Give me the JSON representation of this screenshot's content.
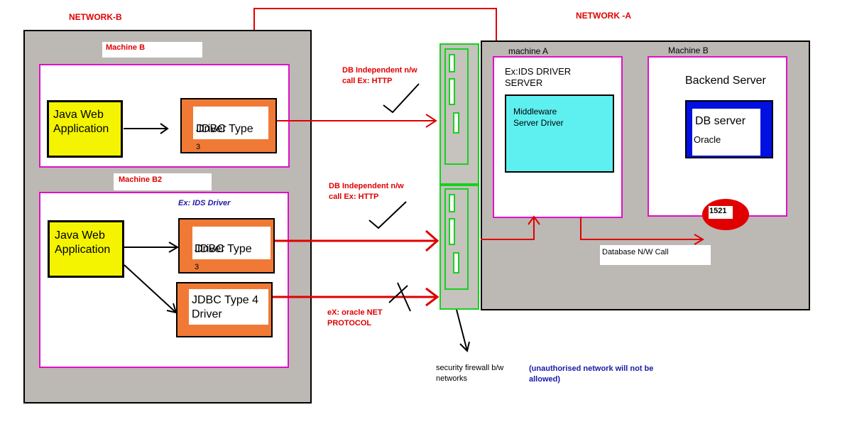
{
  "network_b": {
    "label": "NETWORK-B",
    "machine_b": {
      "label": "Machine B",
      "java_app": "Java Web\nApplication",
      "jdbc3_main": "JDBC Type",
      "jdbc3_sub": "3",
      "jdbc3_driver": "Driver"
    },
    "machine_b2": {
      "label": "Machine B2",
      "sublabel": "Ex: IDS Driver",
      "java_app": "Java Web\nApplication",
      "jdbc3_main": "JDBC Type",
      "jdbc3_sub": "3",
      "jdbc3_driver": "Driver",
      "jdbc4": "JDBC Type 4\nDriver"
    }
  },
  "network_a": {
    "label": "NETWORK -A",
    "machine_a": {
      "label": "machine A",
      "title": "Ex:IDS DRIVER\nSERVER",
      "middleware": "Middleware\nServer Driver"
    },
    "machine_b": {
      "label": "Machine B",
      "title": "Backend Server",
      "db_server": "DB server",
      "db_name": "Oracle",
      "port": "1521"
    },
    "db_call": "Database N/W Call"
  },
  "connections": {
    "http_top": "DB Independent n/w\ncall Ex: HTTP",
    "http_mid": "DB Independent n/w\ncall Ex: HTTP",
    "oracle_net": "eX: oracle NET\nPROTOCOL"
  },
  "firewall": {
    "label": "security firewall b/w\nnetworks",
    "note": "(unauthorised network will not be\nallowed)"
  },
  "colors": {
    "red_arrow": "#e00000",
    "magenta_border": "#e010c8",
    "firewall_green": "#17d020",
    "panel_gray": "#bcb8b4",
    "yellow": "#f4f400",
    "orange": "#f07a35",
    "cyan": "#5ef0f0",
    "db_blue": "#0010e0",
    "note_blue": "#1a1aa8"
  }
}
